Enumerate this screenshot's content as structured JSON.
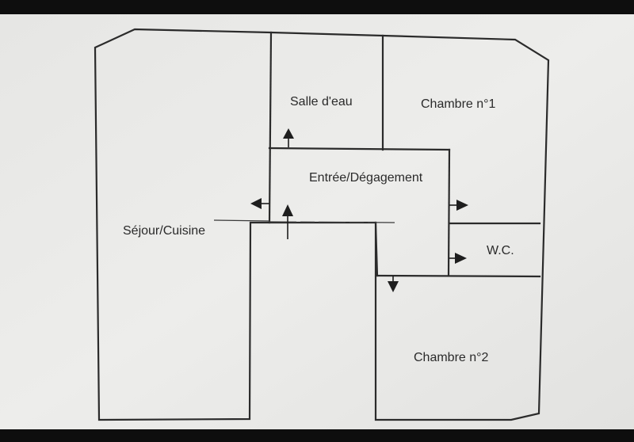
{
  "plan": {
    "rooms": {
      "salle_deau": "Salle d'eau",
      "chambre_1": "Chambre n°1",
      "entree": "Entrée/Dégagement",
      "sejour": "Séjour/Cuisine",
      "wc": "W.C.",
      "chambre_2": "Chambre n°2"
    },
    "colors": {
      "wall": "#2b2b2b",
      "paper": "#e9e9e7",
      "frame": "#0e0e0e"
    }
  }
}
